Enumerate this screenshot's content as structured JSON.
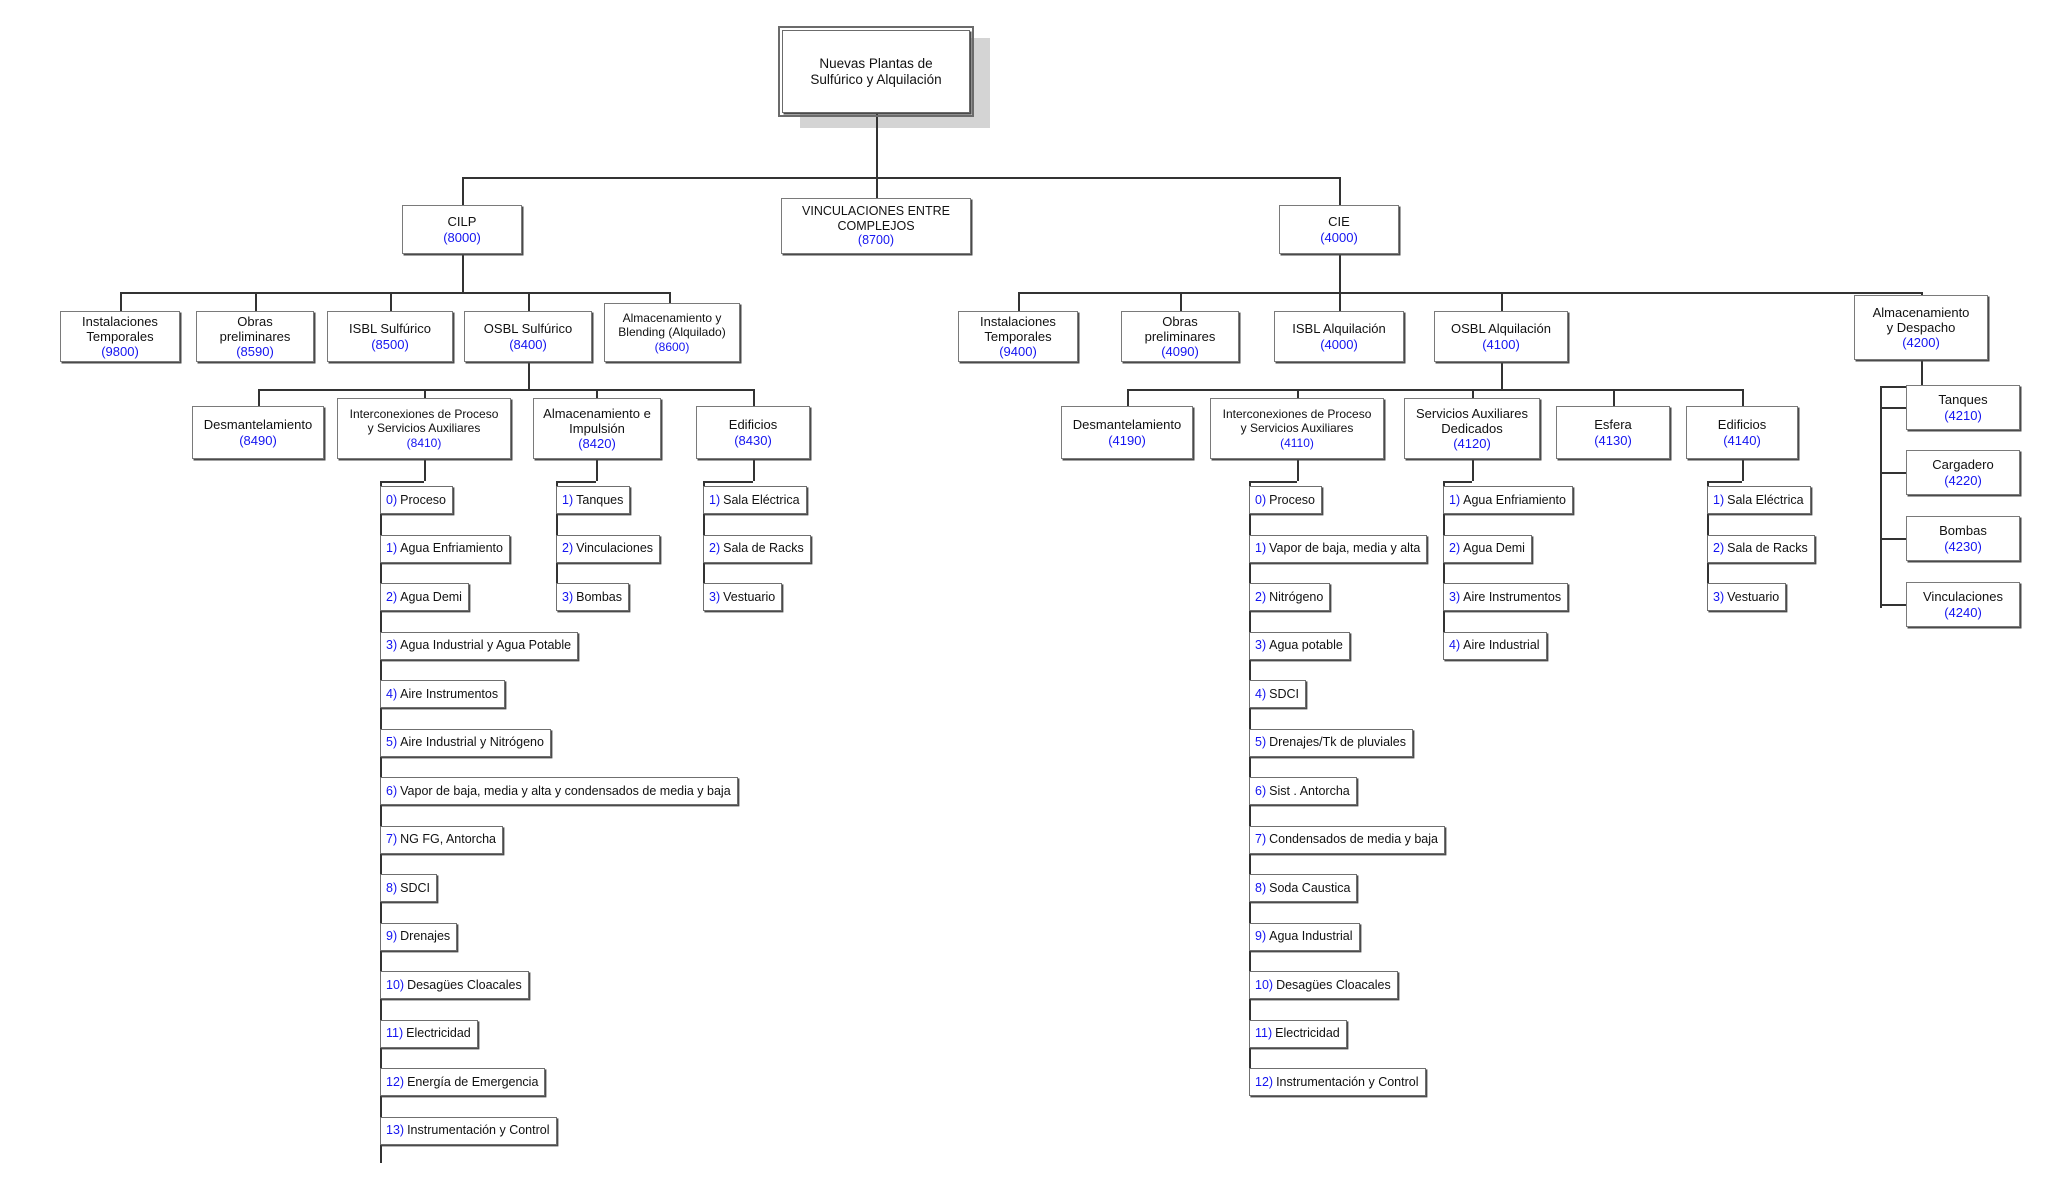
{
  "diagram": {
    "title": "Estructura de desglose de trabajo - Nuevas Plantas de Sulfurico y Alquilacion",
    "accent_code_color": "#1414f0",
    "box_border_color": "#7a7a7a"
  },
  "root": {
    "title": "Nuevas Plantas de\nSulfúrico y Alquilación"
  },
  "level2": {
    "cilp": {
      "title": "CILP",
      "code": "(8000)"
    },
    "vinculaciones": {
      "title": "VINCULACIONES ENTRE\nCOMPLEJOS",
      "code": "(8700)"
    },
    "cie": {
      "title": "CIE",
      "code": "(4000)"
    }
  },
  "cilp_children": [
    {
      "title": "Instalaciones\nTemporales",
      "code": "(9800)"
    },
    {
      "title": "Obras\npreliminares",
      "code": "(8590)"
    },
    {
      "title": "ISBL Sulfúrico",
      "code": "(8500)"
    },
    {
      "title": "OSBL Sulfúrico",
      "code": "(8400)"
    },
    {
      "title": "Almacenamiento y\nBlending (Alquilado)",
      "code": "(8600)"
    }
  ],
  "cie_children": [
    {
      "title": "Instalaciones\nTemporales",
      "code": "(9400)"
    },
    {
      "title": "Obras\npreliminares",
      "code": "(4090)"
    },
    {
      "title": "ISBL Alquilación",
      "code": "(4000)"
    },
    {
      "title": "OSBL Alquilación",
      "code": "(4100)"
    },
    {
      "title": "Almacenamiento\ny Despacho",
      "code": "(4200)"
    }
  ],
  "osbl_sulfurico_children": [
    {
      "title": "Desmantelamiento",
      "code": "(8490)"
    },
    {
      "title": "Interconexiones de Proceso\ny Servicios Auxiliares",
      "code": "(8410)"
    },
    {
      "title": "Almacenamiento e\nImpulsión",
      "code": "(8420)"
    },
    {
      "title": "Edificios",
      "code": "(8430)"
    }
  ],
  "osbl_alquilacion_children": [
    {
      "title": "Desmantelamiento",
      "code": "(4190)"
    },
    {
      "title": "Interconexiones de Proceso\ny Servicios Auxiliares",
      "code": "(4110)"
    },
    {
      "title": "Servicios Auxiliares\nDedicados",
      "code": "(4120)"
    },
    {
      "title": "Esfera",
      "code": "(4130)"
    },
    {
      "title": "Edificios",
      "code": "(4140)"
    }
  ],
  "interconexiones_8410_items": [
    {
      "idx": "0)",
      "label": "Proceso"
    },
    {
      "idx": "1)",
      "label": "Agua Enfriamiento"
    },
    {
      "idx": "2)",
      "label": "Agua Demi"
    },
    {
      "idx": "3)",
      "label": "Agua Industrial y Agua Potable"
    },
    {
      "idx": "4)",
      "label": "Aire Instrumentos"
    },
    {
      "idx": "5)",
      "label": "Aire Industrial y Nitrógeno"
    },
    {
      "idx": "6)",
      "label": "Vapor de baja, media y alta y condensados de media y baja"
    },
    {
      "idx": "7)",
      "label": "NG FG, Antorcha"
    },
    {
      "idx": "8)",
      "label": "SDCI"
    },
    {
      "idx": "9)",
      "label": "Drenajes"
    },
    {
      "idx": "10)",
      "label": "Desagües Cloacales"
    },
    {
      "idx": "11)",
      "label": "Electricidad"
    },
    {
      "idx": "12)",
      "label": "Energía de Emergencia"
    },
    {
      "idx": "13)",
      "label": "Instrumentación y Control"
    }
  ],
  "almacenamiento_8420_items": [
    {
      "idx": "1)",
      "label": "Tanques"
    },
    {
      "idx": "2)",
      "label": "Vinculaciones"
    },
    {
      "idx": "3)",
      "label": "Bombas"
    }
  ],
  "edificios_8430_items": [
    {
      "idx": "1)",
      "label": "Sala Eléctrica"
    },
    {
      "idx": "2)",
      "label": "Sala de Racks"
    },
    {
      "idx": "3)",
      "label": "Vestuario"
    }
  ],
  "interconexiones_4110_items": [
    {
      "idx": "0)",
      "label": "Proceso"
    },
    {
      "idx": "1)",
      "label": "Vapor de baja, media y alta"
    },
    {
      "idx": "2)",
      "label": "Nitrógeno"
    },
    {
      "idx": "3)",
      "label": "Agua potable"
    },
    {
      "idx": "4)",
      "label": "SDCI"
    },
    {
      "idx": "5)",
      "label": "Drenajes/Tk de pluviales"
    },
    {
      "idx": "6)",
      "label": "Sist . Antorcha"
    },
    {
      "idx": "7)",
      "label": "Condensados de media y baja"
    },
    {
      "idx": "8)",
      "label": "Soda Caustica"
    },
    {
      "idx": "9)",
      "label": "Agua Industrial"
    },
    {
      "idx": "10)",
      "label": "Desagües Cloacales"
    },
    {
      "idx": "11)",
      "label": "Electricidad"
    },
    {
      "idx": "12)",
      "label": "Instrumentación y Control"
    }
  ],
  "servicios_4120_items": [
    {
      "idx": "1)",
      "label": "Agua Enfriamiento"
    },
    {
      "idx": "2)",
      "label": "Agua Demi"
    },
    {
      "idx": "3)",
      "label": "Aire Instrumentos"
    },
    {
      "idx": "4)",
      "label": "Aire Industrial"
    }
  ],
  "edificios_4140_items": [
    {
      "idx": "1)",
      "label": "Sala Eléctrica"
    },
    {
      "idx": "2)",
      "label": "Sala de Racks"
    },
    {
      "idx": "3)",
      "label": "Vestuario"
    }
  ],
  "almacenamiento_4200_children": [
    {
      "title": "Tanques",
      "code": "(4210)"
    },
    {
      "title": "Cargadero",
      "code": "(4220)"
    },
    {
      "title": "Bombas",
      "code": "(4230)"
    },
    {
      "title": "Vinculaciones",
      "code": "(4240)"
    }
  ]
}
